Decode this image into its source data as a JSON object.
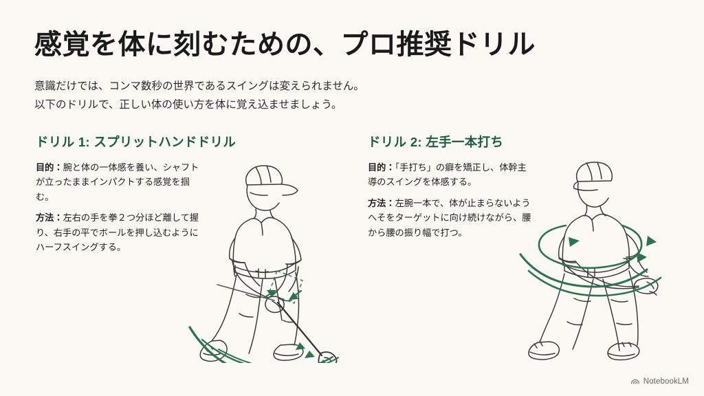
{
  "slide": {
    "title": "感覚を体に刻むための、プロ推奨ドリル",
    "subtitle_line1": "意識だけでは、コンマ数秒の世界であるスイングは変えられません。",
    "subtitle_line2": "以下のドリルで、正しい体の使い方を体に覚え込ませましょう。",
    "background_color": "#faf9f4",
    "heading_color": "#1d5c3d",
    "accent_color": "#2e7250"
  },
  "drills": [
    {
      "heading": "ドリル 1: スプリットハンドドリル",
      "purpose_lead": "目的：",
      "purpose_text": "腕と体の一体感を養い、シャフトが立ったままインパクトする感覚を掴む。",
      "method_lead": "方法：",
      "method_text": "左右の手を拳２つ分ほど離して握り、右手の平でボールを押し込むようにハーフスイングする。",
      "figure_name": "golfer-impact-split-hand-illustration"
    },
    {
      "heading": "ドリル 2: 左手一本打ち",
      "purpose_lead": "目的：",
      "purpose_text": "「手打ち」の癖を矯正し、体幹主導のスイングを体感する。",
      "method_lead": "方法：",
      "method_text": "左腕一本で、体が止まらないようへそをターゲットに向け続けながら、腰から腰の振り幅で打つ。",
      "figure_name": "golfer-one-arm-rotation-illustration"
    }
  ],
  "brand": {
    "label": "NotebookLM",
    "icon": "notebooklm-icon"
  }
}
